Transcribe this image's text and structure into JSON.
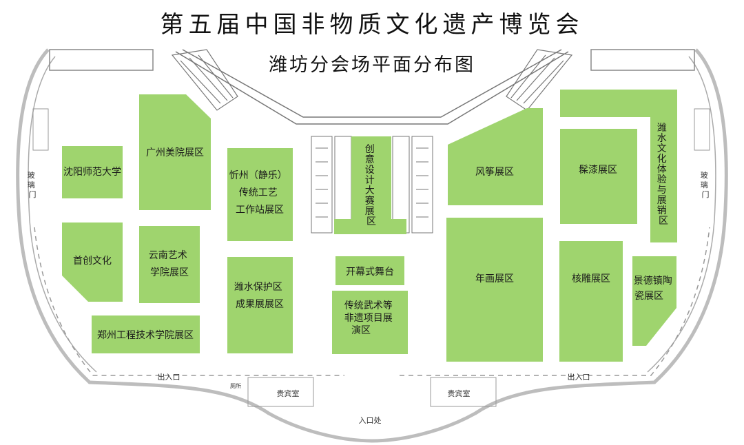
{
  "title": "第五届中国非物质文化遗产博览会",
  "subtitle": "潍坊分会场平面分布图",
  "colors": {
    "zone": "#9fd46e",
    "wall": "#bdbdbd",
    "line": "#8a8a8a"
  },
  "zones": {
    "shenyang": [
      "沈阳师范大学"
    ],
    "guangzhou": [
      "广州美院展区"
    ],
    "xinzhou": [
      "忻州（静乐）",
      "传统工艺",
      "工作站展区"
    ],
    "shouchuang": [
      "首创文化"
    ],
    "yunnan": [
      "云南艺术",
      "学院展区"
    ],
    "weishui_protect": [
      "潍水保护区",
      "成果展展区"
    ],
    "zhengzhou": [
      "郑州工程技术学院展区"
    ],
    "opening_stage": [
      "开幕式舞台"
    ],
    "wushu": [
      "传统武术等",
      "非遗项目展",
      "演区"
    ],
    "chuangyi": [
      "创",
      "意",
      "设",
      "计",
      "大",
      "赛",
      "展",
      "区"
    ],
    "kite": [
      "风筝展区"
    ],
    "lacquer": [
      "髹漆展区"
    ],
    "weishui_culture": [
      "潍",
      "水",
      "文",
      "化",
      "体",
      "验",
      "与",
      "展",
      "销",
      "区"
    ],
    "newyear": [
      "年画展区"
    ],
    "carving": [
      "核雕展区"
    ],
    "jingdezhen": [
      "景德镇陶",
      "瓷展区"
    ]
  },
  "labels": {
    "glass_door_left": [
      "玻",
      "璃",
      "门"
    ],
    "glass_door_right": [
      "玻",
      "璃",
      "门"
    ],
    "exit_left": "出入口",
    "exit_right": "出入口",
    "entrance": "入口处",
    "vip_left": "贵宾室",
    "vip_right": "贵宾室",
    "toilet": "厕所"
  }
}
